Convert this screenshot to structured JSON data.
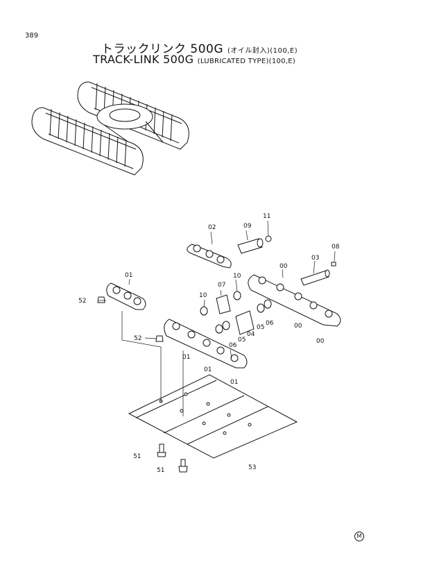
{
  "page_number": "389",
  "title_jp": "トラックリンク 500G",
  "title_jp_sub": "(オイル封入)(100,E)",
  "title_en": "TRACK-LINK 500G",
  "title_en_sub": "(LUBRICATED TYPE)(100,E)",
  "mark": "M",
  "callouts": {
    "c02": "02",
    "c09": "09",
    "c11": "11",
    "c08": "08",
    "c03": "03",
    "c00a": "00",
    "c00b": "00",
    "c00c": "00",
    "c01a": "01",
    "c01b": "01",
    "c01c": "01",
    "c01d": "01",
    "c10a": "10",
    "c10b": "10",
    "c07": "07",
    "c05a": "05",
    "c05b": "05",
    "c06a": "06",
    "c06b": "06",
    "c04": "04",
    "c52a": "52",
    "c52b": "52",
    "c51a": "51",
    "c51b": "51",
    "c53": "53"
  }
}
